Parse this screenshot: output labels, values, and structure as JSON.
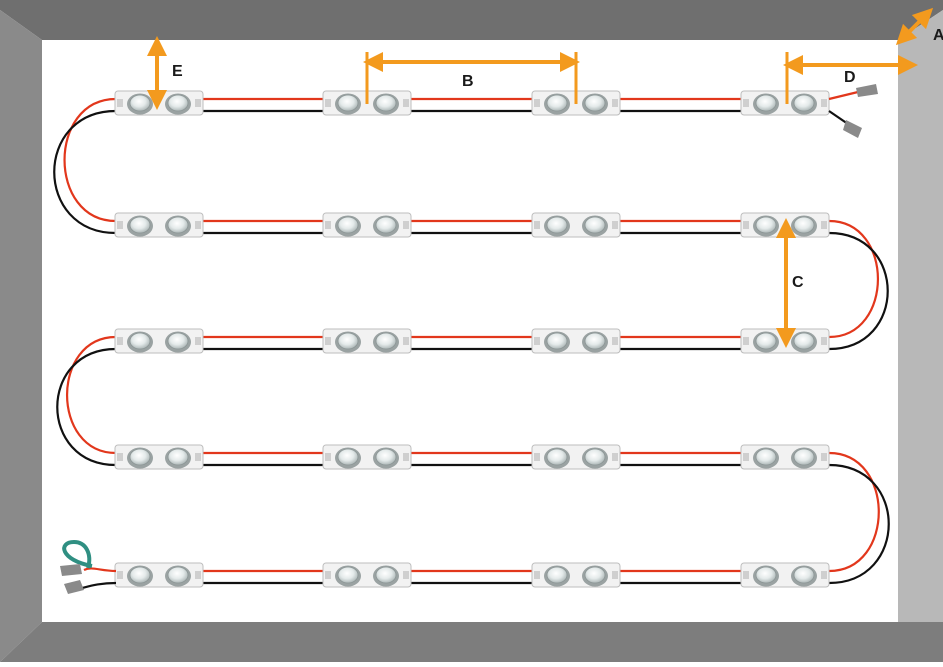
{
  "diagram": {
    "labels": {
      "A": "A",
      "B": "B",
      "C": "C",
      "D": "D",
      "E": "E"
    },
    "grid": {
      "rows": 5,
      "modules_per_row": 4
    },
    "colors": {
      "frame": "#7b7b7b",
      "frame_dark": "#5e5e5e",
      "frame_light": "#a9a9a9",
      "panel": "#ffffff",
      "wire_positive": "#e2371c",
      "wire_negative": "#111111",
      "dimension_arrow": "#f39a1e",
      "module_body": "#f2f2f2",
      "module_edge": "#bdbdbd",
      "lens": "#d7dede",
      "connector": "#8a8a8a",
      "connector_tip": "#2f8f82"
    }
  }
}
